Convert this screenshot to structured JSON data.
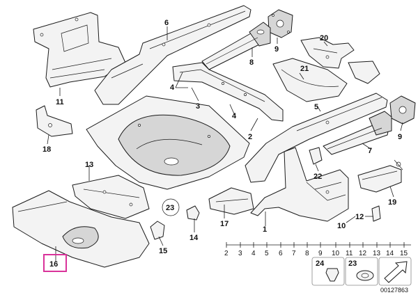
{
  "callouts": {
    "c11": "11",
    "c6": "6",
    "c9a": "9",
    "c20": "20",
    "c8": "8",
    "c21": "21",
    "c4a": "4",
    "c3": "3",
    "c4b": "4",
    "c2": "2",
    "c5": "5",
    "c9b": "9",
    "c18": "18",
    "c7": "7",
    "c13": "13",
    "c22": "22",
    "c19": "19",
    "c23": "23",
    "c17": "17",
    "c1": "1",
    "c12": "12",
    "c10": "10",
    "c14": "14",
    "c15": "15",
    "c16": "16"
  },
  "scale_numbers": [
    "2",
    "3",
    "4",
    "5",
    "6",
    "7",
    "8",
    "9",
    "10",
    "11",
    "12",
    "13",
    "14",
    "15"
  ],
  "legend": {
    "item_24": "24",
    "item_23": "23"
  },
  "doc_number": "00127863",
  "highlight_color": "#d9339a"
}
